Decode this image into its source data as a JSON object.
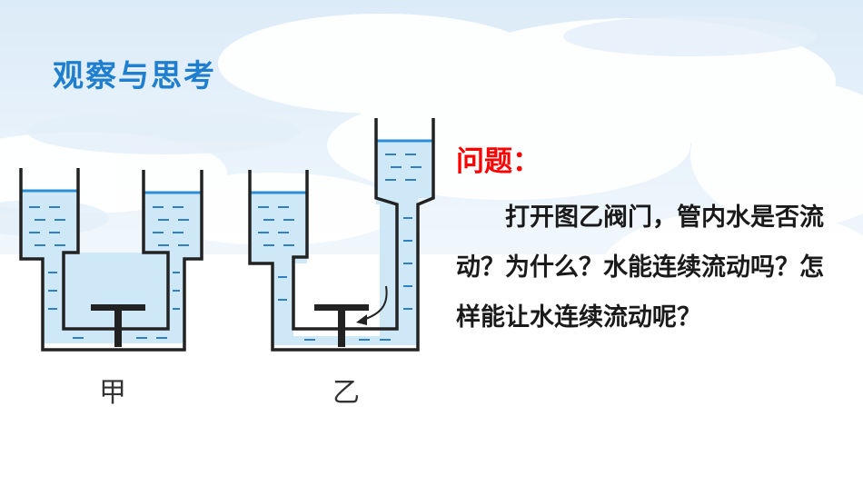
{
  "slide": {
    "title": "观察与思考",
    "question_label": "问题：",
    "question_text": "打开图乙阀门，管内水是否流动？为什么？水能连续流动吗？怎样能让水连续流动呢？"
  },
  "diagram": {
    "left_label": "甲",
    "right_label": "乙"
  },
  "colors": {
    "title": "#1f7fce",
    "question_label": "#ff0000",
    "water": "#cfe8f7",
    "water_surface": "#2a8fd6",
    "dash": "#2f7fc7",
    "outline": "#222222"
  }
}
